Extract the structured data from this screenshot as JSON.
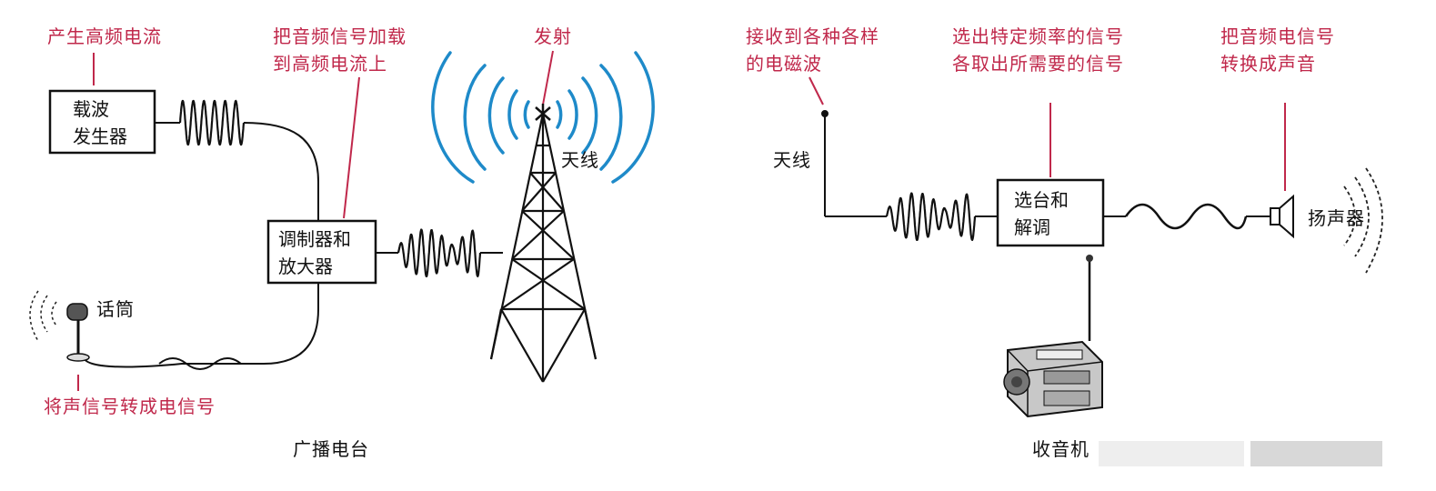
{
  "colors": {
    "annotation": "#c0284b",
    "wave": "#1e8ac9",
    "line": "#111111"
  },
  "broadcast": {
    "caption": "广播电台",
    "carrier_box": [
      "载波",
      "发生器"
    ],
    "modulator_box": [
      "调制器和",
      "放大器"
    ],
    "note_carrier": "产生高频电流",
    "note_modulate": [
      "把音频信号加载",
      "到高频电流上"
    ],
    "note_emit": "发射",
    "note_mic": "将声信号转成电信号",
    "label_antenna": "天线",
    "label_mic": "话筒"
  },
  "receiver": {
    "caption": "收音机",
    "tuner_box": [
      "选台和",
      "解调"
    ],
    "note_receive": [
      "接收到各种各样",
      "的电磁波"
    ],
    "note_select": [
      "选出特定频率的信号",
      "各取出所需要的信号"
    ],
    "note_convert": [
      "把音频电信号",
      "转换成声音"
    ],
    "label_antenna": "天线",
    "label_speaker": "扬声器"
  }
}
